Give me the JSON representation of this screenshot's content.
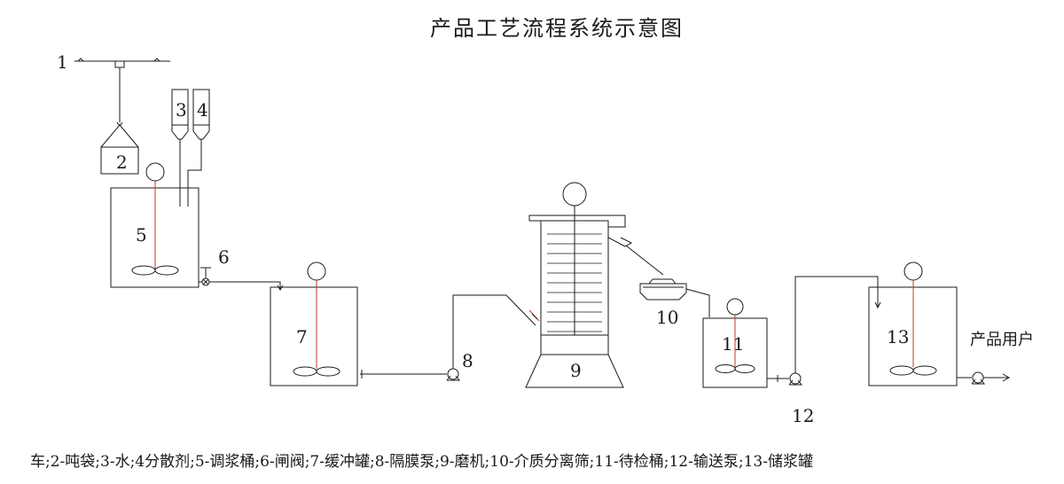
{
  "title": "产品工艺流程系统示意图",
  "labels": {
    "n1": "1",
    "n2": "2",
    "n3": "3",
    "n4": "4",
    "n5": "5",
    "n6": "6",
    "n7": "7",
    "n8": "8",
    "n9": "9",
    "n10": "10",
    "n11": "11",
    "n12": "12",
    "n13": "13"
  },
  "output_label": "产品用户",
  "legend": "车;2-吨袋;3-水;4分散剂;5-调浆桶;6-闸阀;7-缓冲罐;8-隔膜泵;9-磨机;10-介质分离筛;11-待检桶;12-输送泵;13-储浆罐"
}
